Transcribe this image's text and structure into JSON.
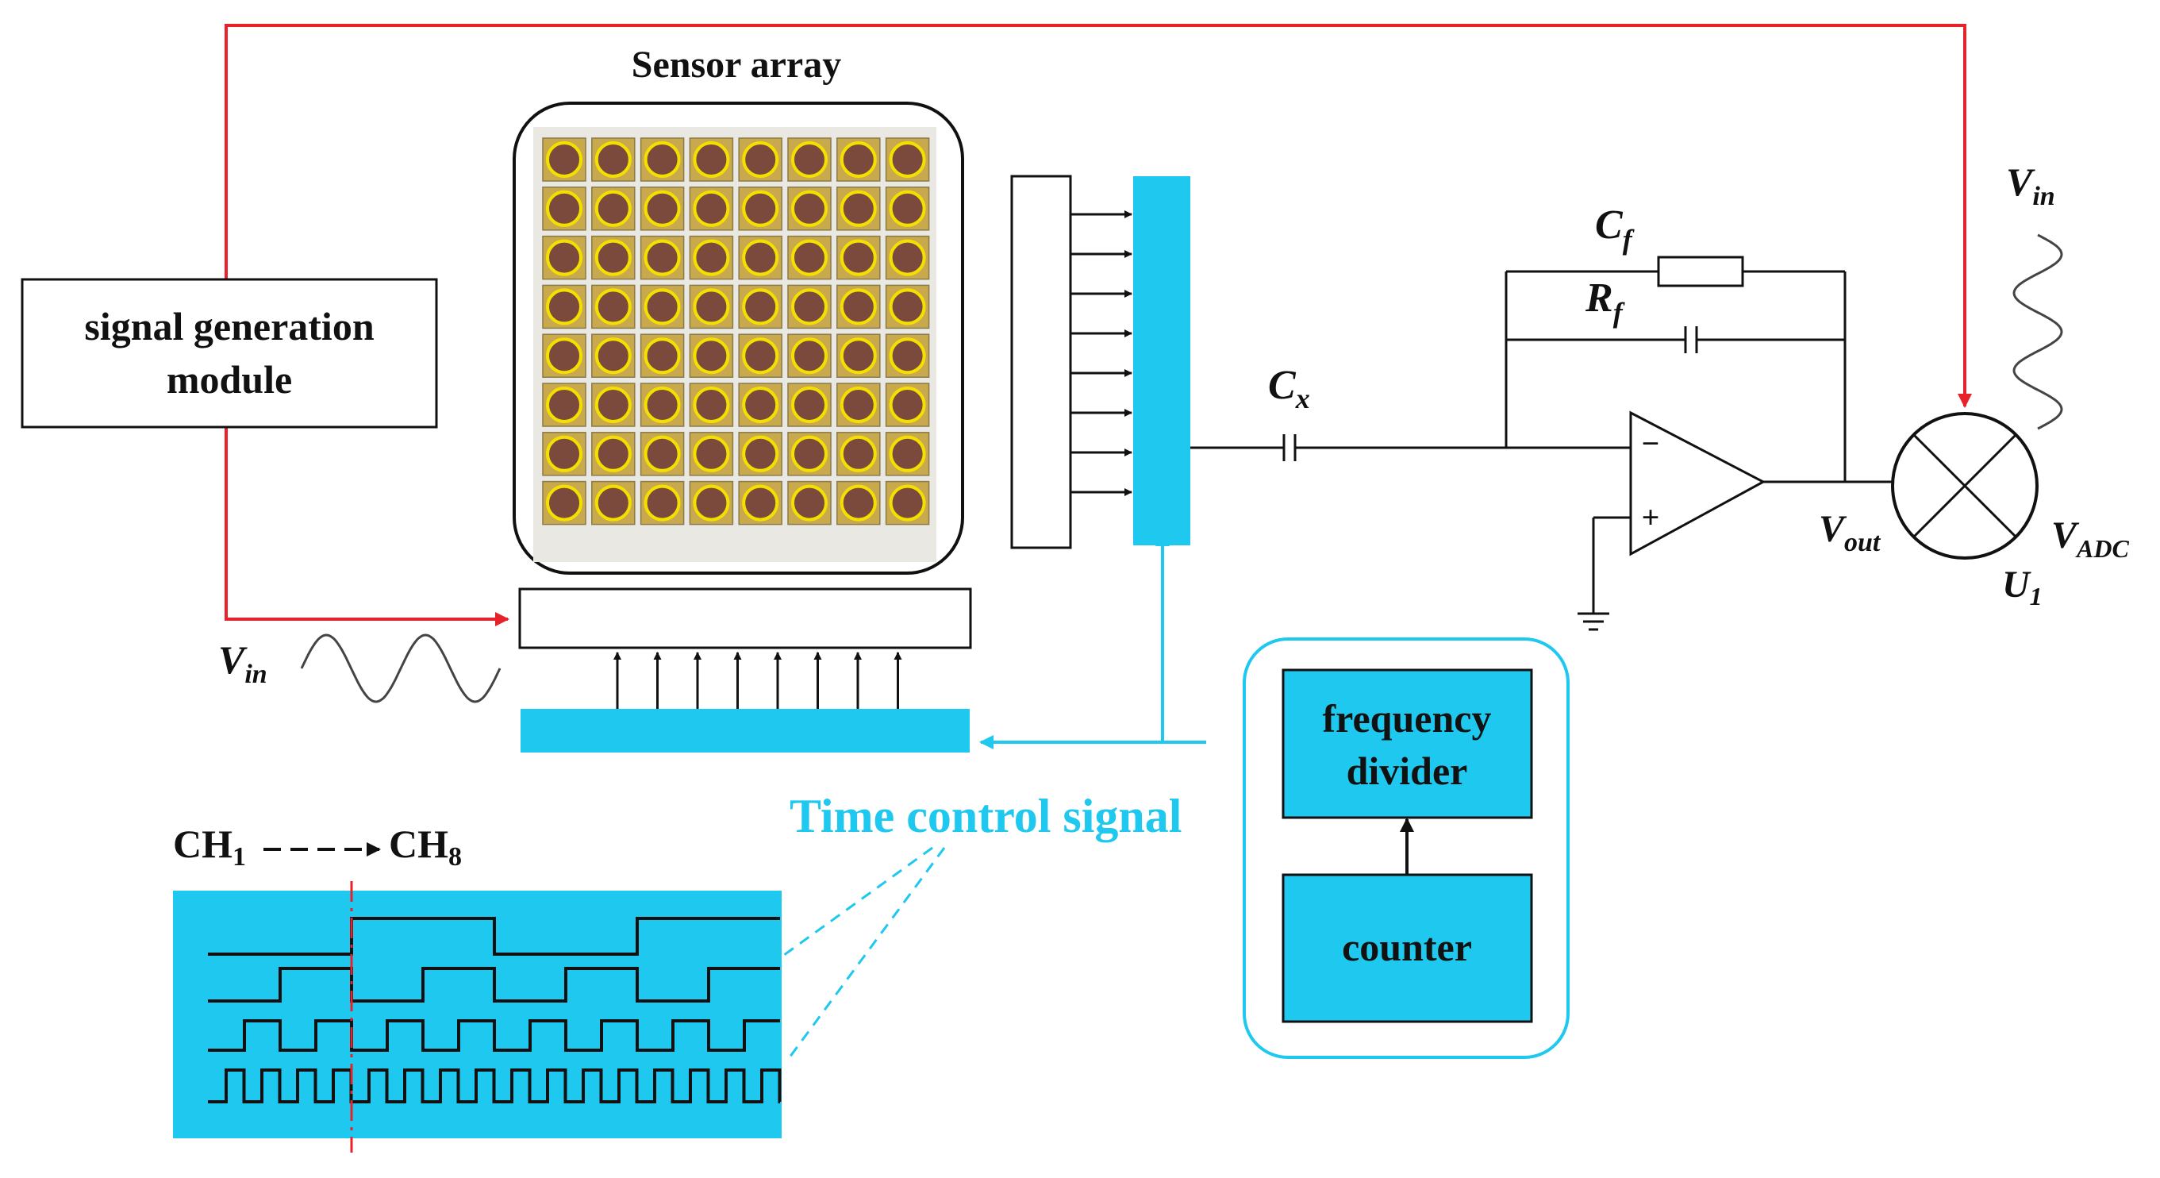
{
  "labels": {
    "sensor_array": "Sensor array",
    "signal_gen_line1": "signal  generation",
    "signal_gen_line2": "module",
    "cf_main": "C",
    "cf_sub": "f",
    "rf_main": "R",
    "rf_sub": "f",
    "cx_main": "C",
    "cx_sub": "x",
    "vin_main": "V",
    "vin_sub": "in",
    "vout_main": "V",
    "vout_sub": "out",
    "vadc_main": "V",
    "vadc_sub": "ADC",
    "u1_main": "U",
    "u1_sub": "1",
    "minus": "−",
    "plus": "+",
    "freq_line1": "frequency",
    "freq_line2": "divider",
    "counter": "counter",
    "time_control": "Time control signal",
    "ch_start_main": "CH",
    "ch_start_sub": "1",
    "ch_end_main": "CH",
    "ch_end_sub": "8"
  },
  "sensor_grid": {
    "rows": 8,
    "cols": 8
  },
  "channel_count": 8,
  "colors": {
    "cyan": "#1ec8ee",
    "red": "#e8222a",
    "line": "#111111",
    "sensor_pad": "#7b4a3c",
    "sensor_ring": "#f4e000",
    "sensor_cell": "#c9a94e",
    "sensor_bg": "#e9e8e2",
    "sine": "#444444"
  }
}
